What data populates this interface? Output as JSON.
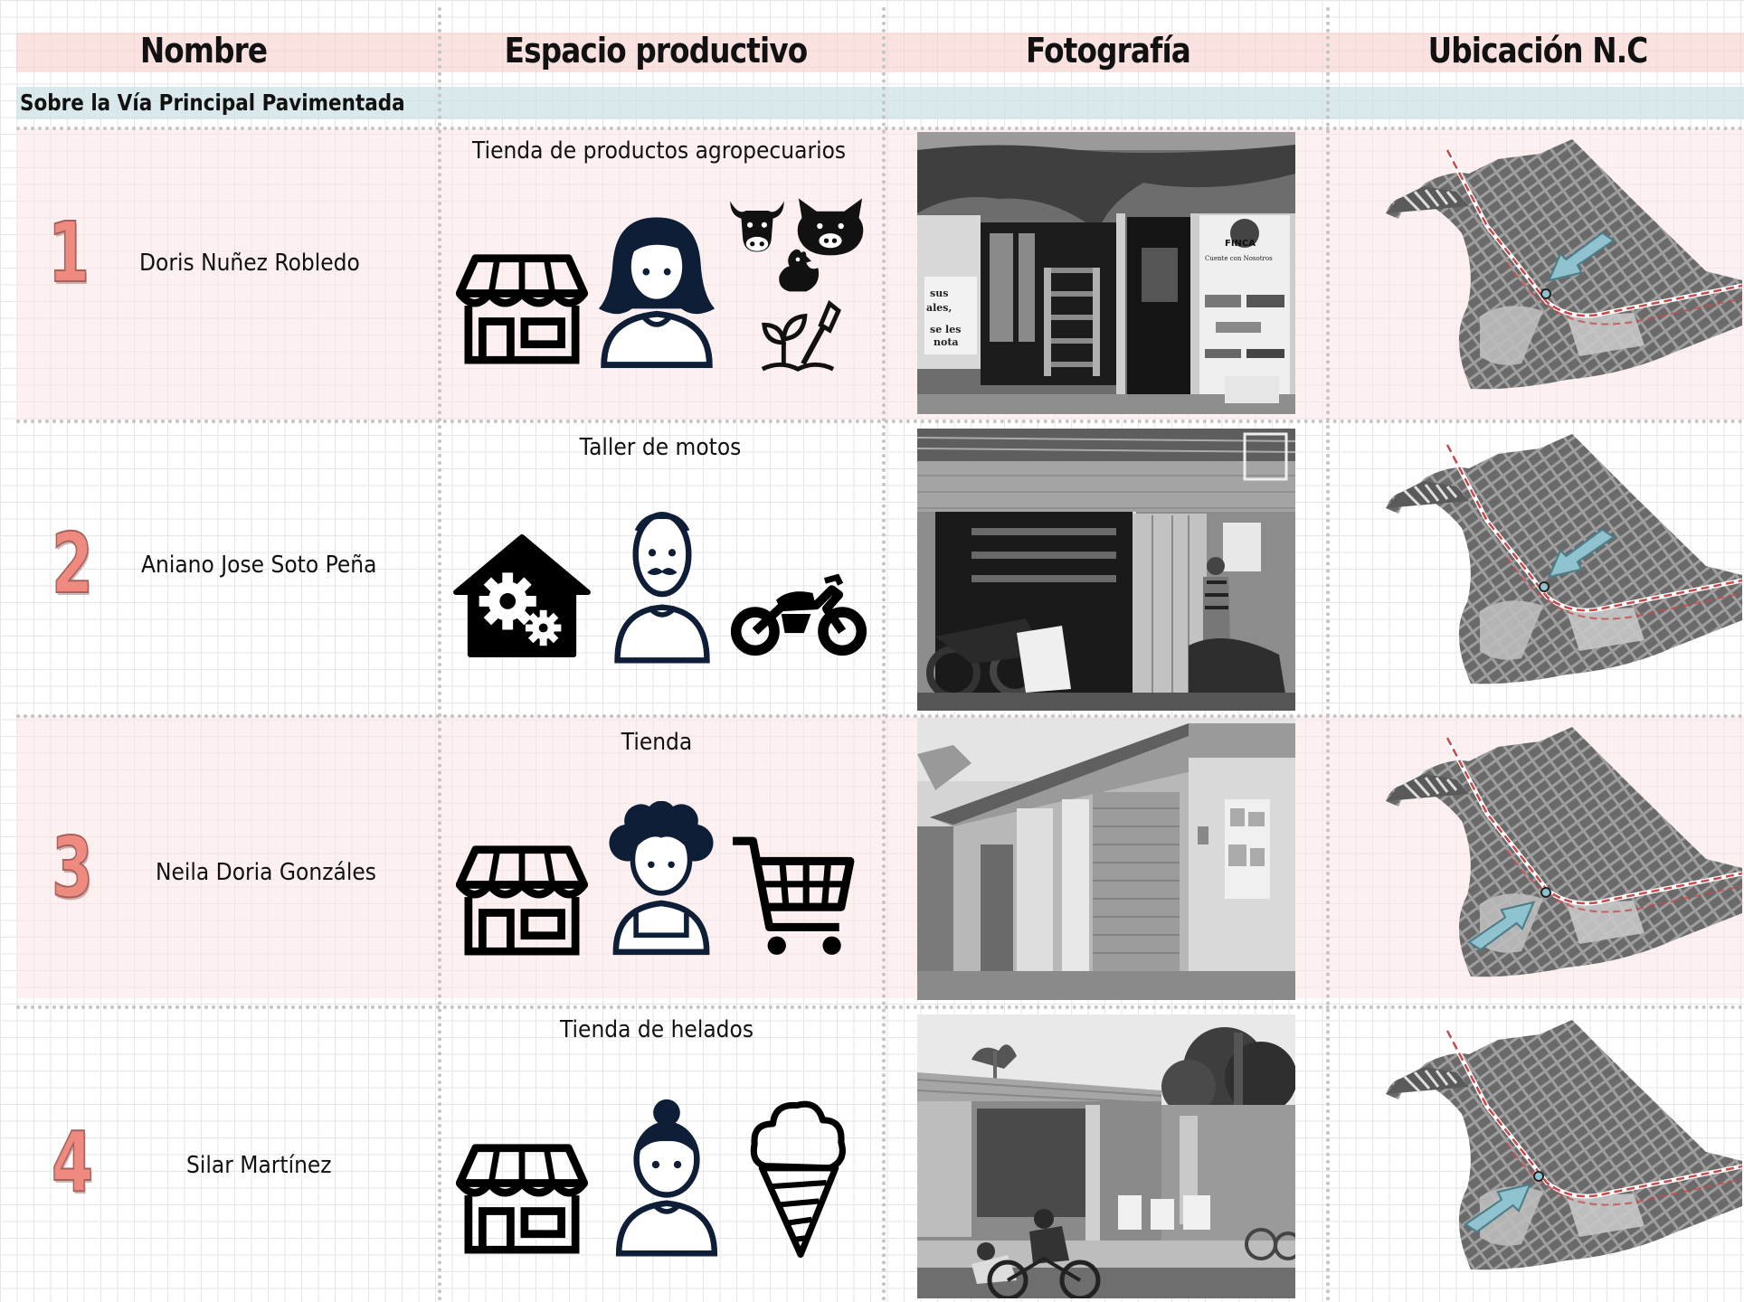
{
  "headers": {
    "nombre": "Nombre",
    "espacio": "Espacio productivo",
    "foto": "Fotografía",
    "ubicacion": "Ubicación N.C"
  },
  "section": "Sobre la Vía Principal Pavimentada",
  "rows": [
    {
      "number": "1",
      "name": "Doris Nuñez Robledo",
      "space": "Tienda de productos agropecuarios",
      "icons": [
        "store-icon",
        "woman-long-hair-icon",
        "cow-icon",
        "pig-icon",
        "chicken-icon",
        "plant-tool-icon"
      ]
    },
    {
      "number": "2",
      "name": "Aniano Jose Soto Peña",
      "space": "Taller de motos",
      "icons": [
        "gear-house-icon",
        "man-mustache-icon",
        "motorcycle-icon"
      ]
    },
    {
      "number": "3",
      "name": "Neila Doria Gonzáles",
      "space": "Tienda",
      "icons": [
        "store-icon",
        "woman-curly-hair-icon",
        "shopping-cart-icon"
      ]
    },
    {
      "number": "4",
      "name": "Silar Martínez",
      "space": "Tienda de helados",
      "icons": [
        "store-icon",
        "woman-bun-icon",
        "ice-cream-icon"
      ]
    }
  ],
  "photo_text": {
    "finca": "FINCA",
    "finca_slogan": "Cuente con Nosotros",
    "sign": "sus ales, se les nota"
  },
  "colors": {
    "number_fill": "#ee8a80",
    "header_band": "#f8d2d0",
    "section_band": "#cee2e4",
    "row_band": "#fae4e4",
    "map_arrow": "#8fc3cf",
    "map_route": "#c9484a"
  }
}
